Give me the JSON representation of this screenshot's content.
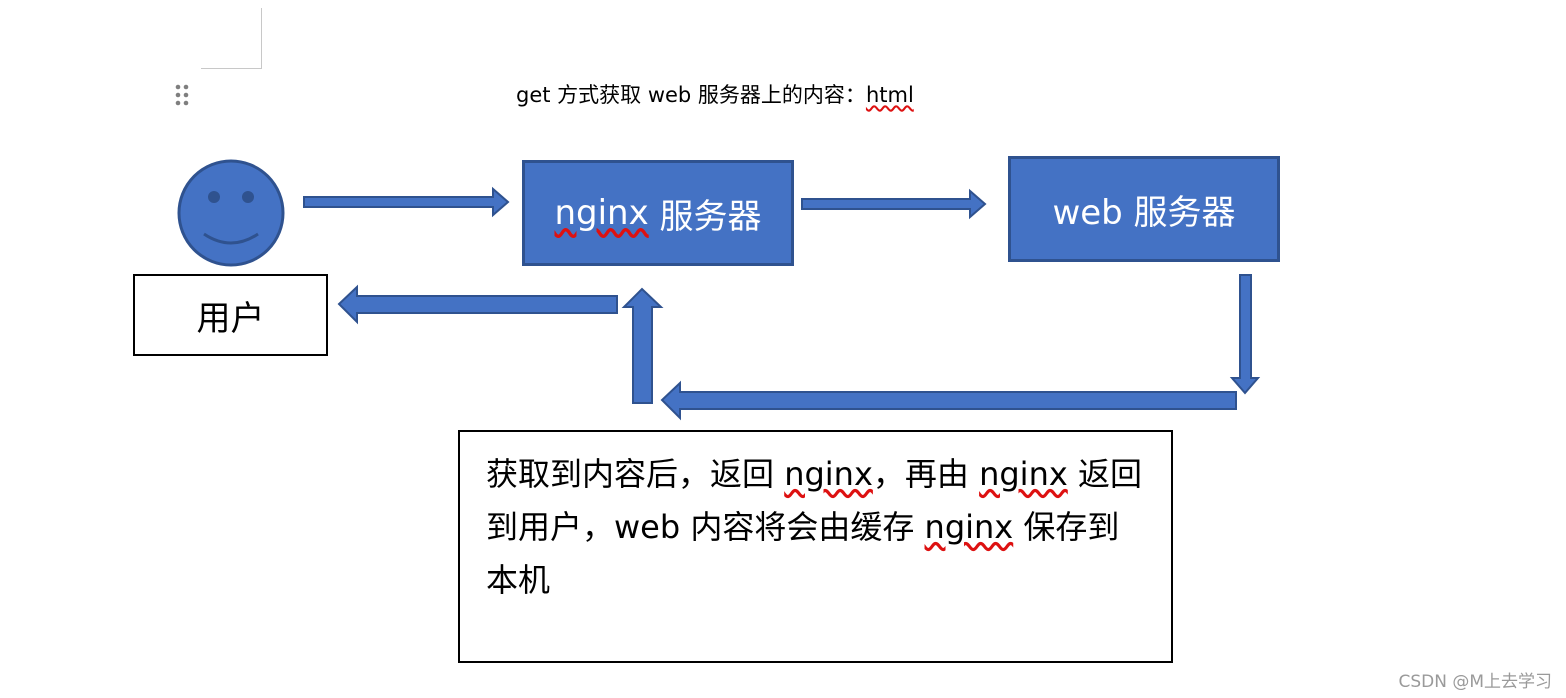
{
  "title": {
    "prefix": "get 方式获取  web 服务器上的内容：",
    "html_word": "html"
  },
  "nodes": {
    "user_label": "用户",
    "nginx_word": "nginx",
    "nginx_suffix": " 服务器",
    "web_label": "web 服务器"
  },
  "note": {
    "part1": "获取到内容后，返回 ",
    "nginx1": "nginx",
    "part2": "，再由 ",
    "nginx2": "nginx",
    "part3": " 返回到用户，web 内容将会由缓存 ",
    "nginx3": "nginx",
    "part4": " 保存到本机"
  },
  "watermark": "CSDN @M上去学习",
  "colors": {
    "shape_fill": "#4472c4",
    "shape_border": "#2f528f",
    "spellcheck": "#dd1111"
  },
  "icons": {
    "user": "smiley-face-icon",
    "handle": "drag-handle-icon"
  }
}
